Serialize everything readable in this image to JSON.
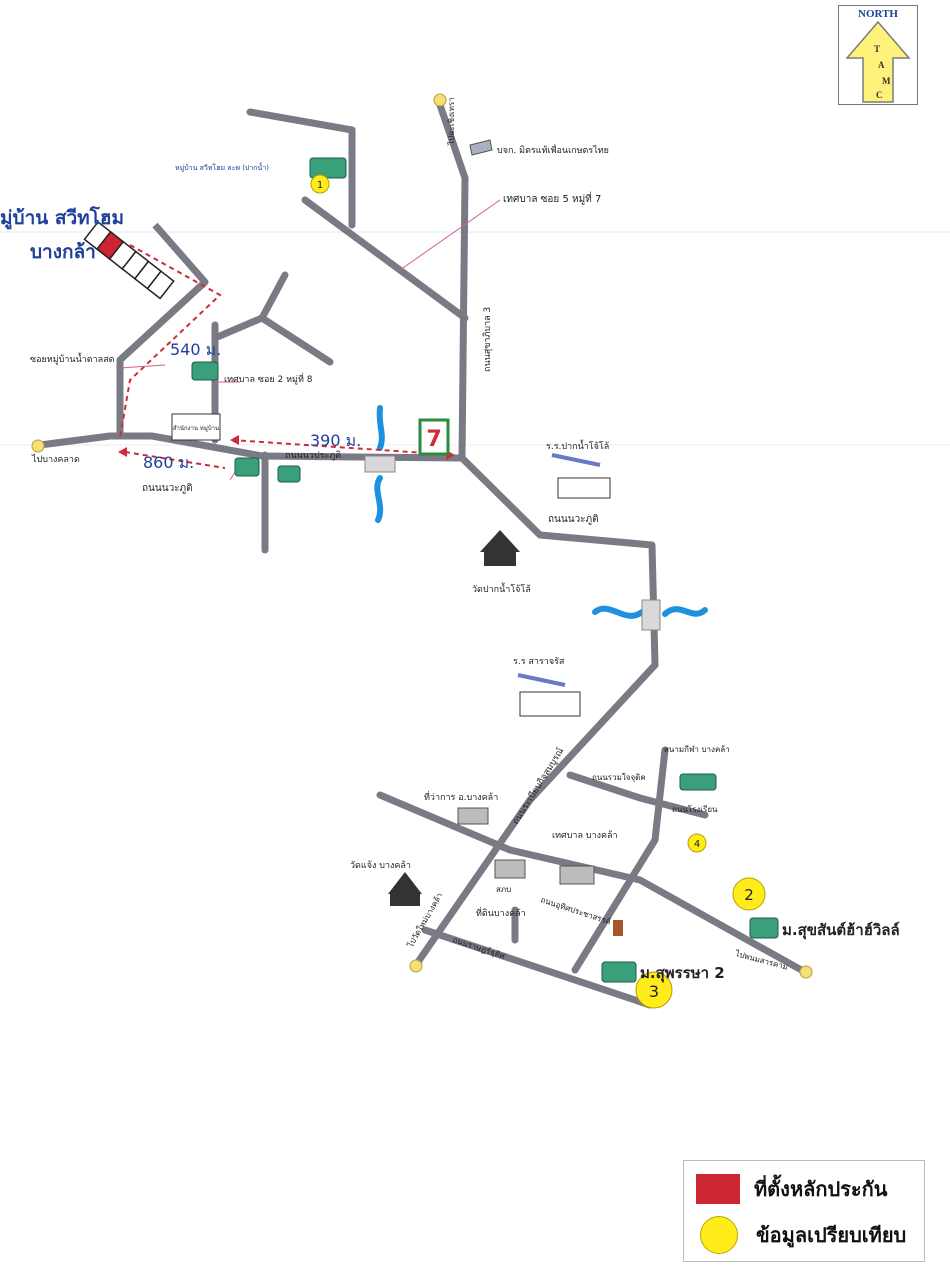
{
  "north_marker": {
    "label": "NORTH",
    "letters": [
      "T",
      "A",
      "M",
      "C"
    ]
  },
  "legend": [
    {
      "label": "ที่ตั้งหลักประกัน",
      "color": "#cc2633",
      "shape": "square"
    },
    {
      "label": "ข้อมูลเปรียบเทียบ",
      "color": "#ffec1a",
      "shape": "circle"
    }
  ],
  "subject": {
    "name_line1": "มู่บ้าน สวีทโฮม",
    "name_line2": "บางกล้า"
  },
  "distances": {
    "d1": "540 ม.",
    "d2": "390 ม.",
    "d3": "860 ม."
  },
  "labels": {
    "village_top": "หมู่บ้าน สวีทโฮม ละพ (ปากน้ำ)",
    "company": "บจก. มิตรแท้เพื่อนเกษตรไทย",
    "tesaban_soi5": "เทศบาล ซอย 5 หมู่ที่ 7",
    "to_chachoengsao": "ไปฉะเชิงเทรา",
    "road_suksawat": "ถนนสุขาภิบาล 3",
    "soi_village": "ซอยหมู่บ้านน้ำตาลสด",
    "tesaban_soi2": "เทศบาล ซอย 2 หมู่ที่ 8",
    "to_bangklat": "ไปบางคลาด",
    "road_nawaphut_a": "ถนนนวประภูติ",
    "road_nawaphut_b": "ถนนนวะภูติ",
    "road_nawaphut_c": "ถนนนวะภูติ",
    "office_sign": "สำนักงาน หมู่บ้าน",
    "school_1": "ร.ร.ปากน้ำโจ้โล้",
    "temple_1": "วัดปากน้ำโจ้โล้",
    "school_2": "ร.ร สาราจรัส",
    "road_ratwithi": "ถนนระเบียบกิจสมบูรณ์",
    "stadium": "สนามกีฬา บางคล้า",
    "road_ruamjai": "ถนนรวมใจจุติค",
    "road_rongrian": "ถนนโรงเรียน",
    "district_office": "ที่ว่าการ อ.บางคล้า",
    "tesaban_office": "เทศบาล บางคล้า",
    "temple_2": "วัดแจ้ง บางคล้า",
    "police": "สภบ",
    "land_office": "ที่ดินบางคล้า",
    "road_pracha": "ถนนอุทิศประชาสรรค์",
    "to_chachoengsao_2": "ไปวัดใหม่บางคล้า",
    "road_ratsadorn": "ถนนราษฎร์ธุติศ",
    "to_phanom": "ไปพนมสารคาม",
    "village_2": "ม.สุขสันต์ฮ้าฮ์วิลล์",
    "village_3": "ม.สุพรรษา 2",
    "seven_eleven": "7"
  },
  "comparables": [
    {
      "number": "1"
    },
    {
      "number": "2"
    },
    {
      "number": "3"
    },
    {
      "number": "4"
    }
  ],
  "colors": {
    "road": "#7a7a85",
    "river": "#1e90e0",
    "route": "#d12a3a",
    "marker_yellow": "#ffec1a",
    "subject_red": "#cc2633",
    "text_blue": "#1f3f9a"
  }
}
